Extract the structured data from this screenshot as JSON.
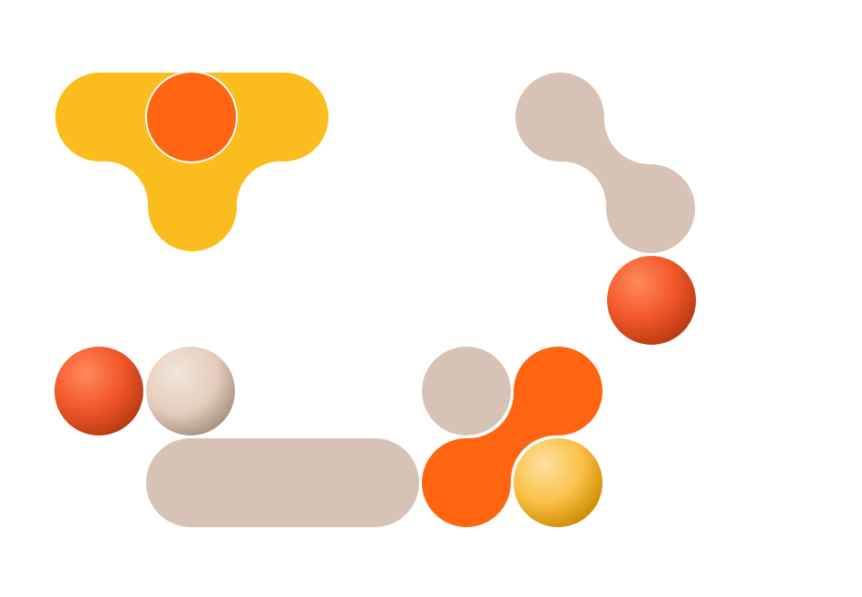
{
  "colors": {
    "background": "#ffffff",
    "yellow": "#FBBD1E",
    "orange": "#FF6510",
    "beige": "#D7C3B5",
    "ball_orange": "#F2572A",
    "ball_beige": "#E9D6C6",
    "ball_yellow": "#F8BD33",
    "outline": "#ffffff"
  },
  "pieces": [
    {
      "kind": "yellow-y-blob"
    },
    {
      "kind": "orange-disc-on-yellow"
    },
    {
      "kind": "beige-s-connector"
    },
    {
      "kind": "orange-ball"
    },
    {
      "kind": "orange-ball"
    },
    {
      "kind": "beige-ball"
    },
    {
      "kind": "beige-capsule"
    },
    {
      "kind": "beige-disc"
    },
    {
      "kind": "orange-s-connector"
    },
    {
      "kind": "yellow-ball"
    }
  ]
}
